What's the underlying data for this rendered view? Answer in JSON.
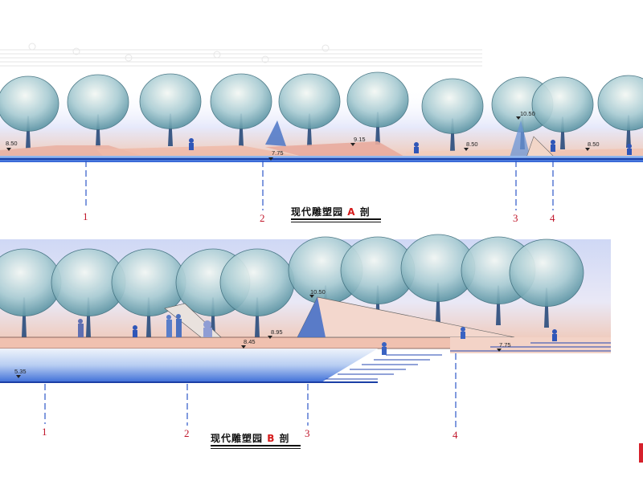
{
  "sections": {
    "a": {
      "title": "现代雕塑园",
      "letter": "A",
      "suffix": "剖",
      "markers": [
        "1",
        "2",
        "3",
        "4"
      ],
      "elevations": [
        "8.50",
        "7.75",
        "9.15",
        "8.50",
        "10.50",
        "8.50"
      ]
    },
    "b": {
      "title": "现代雕塑园",
      "letter": "B",
      "suffix": "剖",
      "markers": [
        "1",
        "2",
        "3",
        "4"
      ],
      "elevations": [
        "10.50",
        "8.95",
        "8.45",
        "7.75",
        "5.35"
      ]
    }
  },
  "colors": {
    "accent": "#d51a1a",
    "water": "#2f5fd0",
    "ground": "#e7a99a",
    "foliage": "#5f9fae"
  }
}
